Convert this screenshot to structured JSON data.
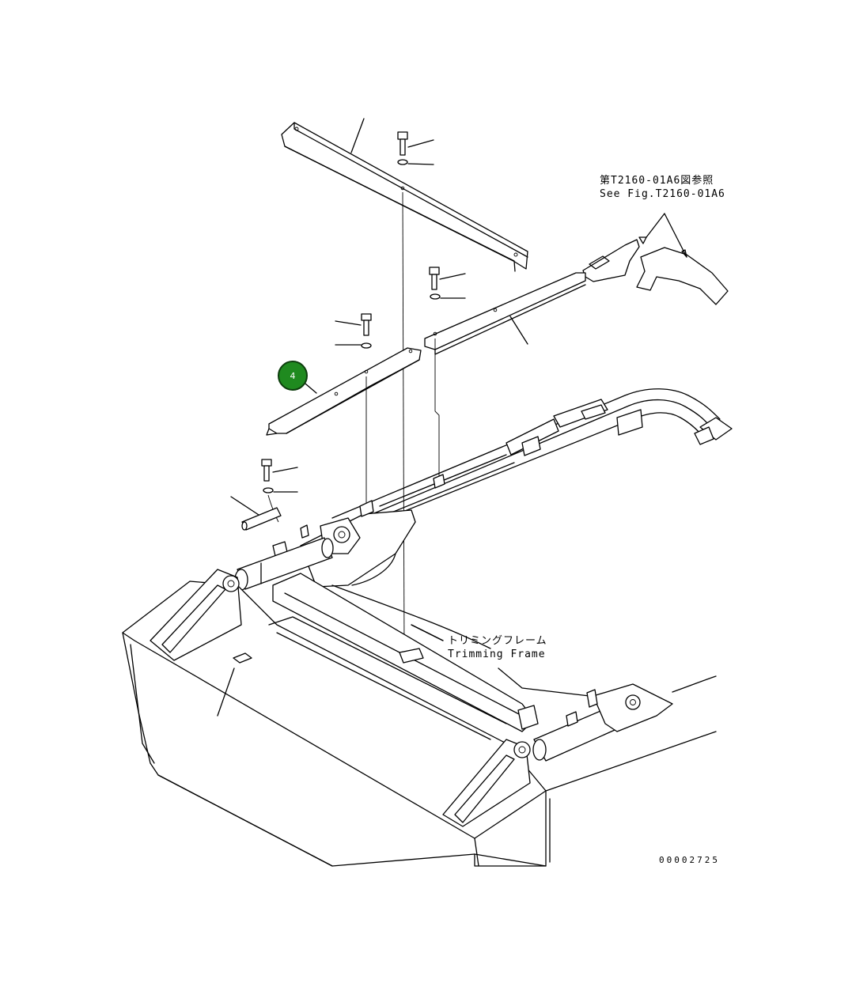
{
  "callout": {
    "number": "4"
  },
  "reference_note": {
    "line_jp": "第T2160-01A6図参照",
    "line_en": "See Fig.T2160-01A6"
  },
  "frame_label": {
    "line_jp": "トリミングフレーム",
    "line_en": "Trimming Frame"
  },
  "drawing_number": "00002725",
  "colors": {
    "line": "#000000",
    "background": "#ffffff",
    "callout_fill": "#1f8a1f",
    "callout_border": "#0d3d0d"
  }
}
